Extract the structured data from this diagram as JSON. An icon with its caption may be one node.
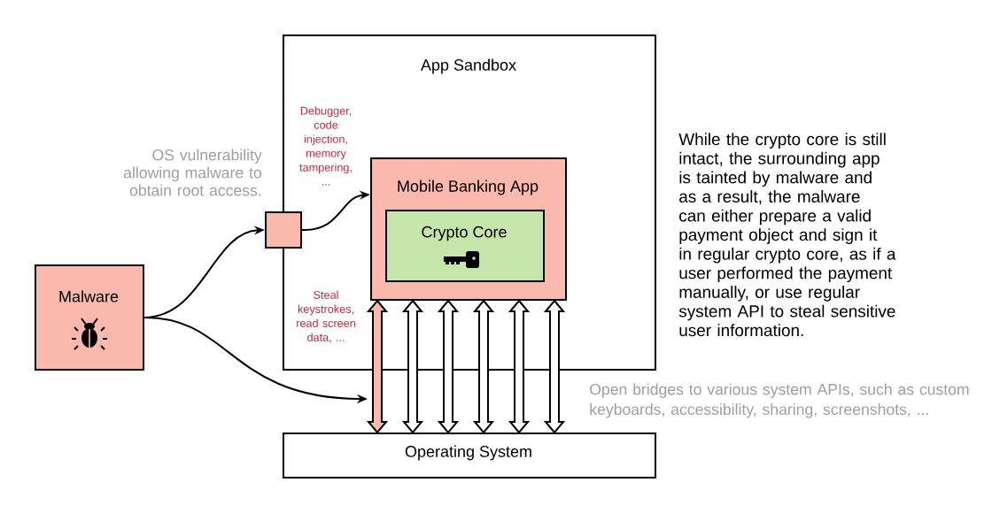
{
  "diagram": {
    "nodes": [
      {
        "text": [
          "App Sandbox"
        ]
      },
      {
        "text": [
          "Malware"
        ]
      },
      {
        "text": [],
        "shape": "box"
      },
      {
        "text": [
          "Mobile Banking App"
        ],
        "in": 0
      },
      {
        "text": [
          "Crypto Core"
        ],
        "in": 3
      },
      {
        "text": [
          "Operating System"
        ]
      }
    ],
    "edges": [
      {
        "from": 1,
        "to": 2,
        "arrow": "to"
      },
      {
        "from": 2,
        "to": 3,
        "arrow": "to"
      },
      {
        "from": 1,
        "to": null,
        "arrow": "to"
      },
      {
        "from": 3,
        "to": 5,
        "arrow": "both",
        "color": "#fbb9ae"
      },
      {
        "from": 3,
        "to": 5,
        "arrow": "both"
      },
      {
        "from": 3,
        "to": 5,
        "arrow": "both"
      },
      {
        "from": 3,
        "to": 5,
        "arrow": "both"
      },
      {
        "from": 3,
        "to": 5,
        "arrow": "both"
      },
      {
        "from": 3,
        "to": 5,
        "arrow": "both"
      }
    ],
    "labels": [
      "OS vulnerability allowing malware to obtain root access.",
      "Debugger, code injection, memory tampering, ...",
      "Steal keystrokes, read screen data, ...",
      "While the crypto core is still intact, the surrounding app is tainted by malware and as a result, the malware can either prepare a valid payment object and sign it in regular crypto core, as if a user performed the payment manually, or use regular system API to steal sensitive user information.",
      "Open bridges to various system APIs, such as custom keyboards, accessibility, sharing, screenshots, ..."
    ]
  }
}
